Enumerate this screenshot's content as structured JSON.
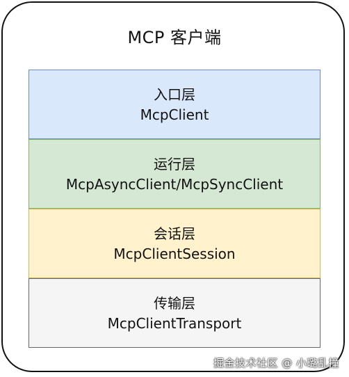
{
  "title": "MCP 客户端",
  "layers": [
    {
      "name": "入口层",
      "class_name": "McpClient",
      "fill": "#dae8fc",
      "stroke": "#6c8ebf"
    },
    {
      "name": "运行层",
      "class_name": "McpAsyncClient/McpSyncClient",
      "fill": "#d5e8d4",
      "stroke": "#82b366"
    },
    {
      "name": "会话层",
      "class_name": "McpClientSession",
      "fill": "#fff2cc",
      "stroke": "#d6b656"
    },
    {
      "name": "传输层",
      "class_name": "McpClientTransport",
      "fill": "#f5f5f5",
      "stroke": "#666666"
    }
  ],
  "watermark": "掘金技术社区 @ 小璐乱撞"
}
